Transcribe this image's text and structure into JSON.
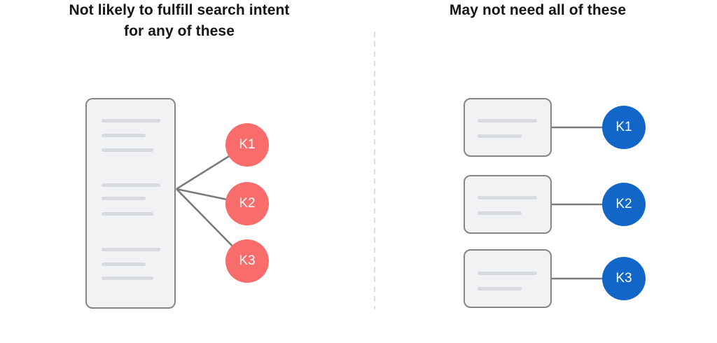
{
  "left_panel": {
    "title_lines": [
      "Not likely to fulfill search intent",
      "for any of these"
    ],
    "keywords": [
      {
        "label": "K1"
      },
      {
        "label": "K2"
      },
      {
        "label": "K3"
      }
    ]
  },
  "right_panel": {
    "title": "May not need all of these",
    "keywords": [
      {
        "label": "K1"
      },
      {
        "label": "K2"
      },
      {
        "label": "K3"
      }
    ]
  },
  "colors": {
    "coral": "#F96C6C",
    "blue": "#1266C8",
    "card_fill": "#F1F2F4",
    "card_border": "#858585",
    "line_gray": "#7A7A7A",
    "placeholder_line": "#D7DADF",
    "divider": "#DADFE5",
    "title_text": "#151515"
  }
}
